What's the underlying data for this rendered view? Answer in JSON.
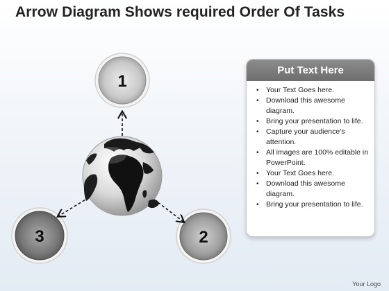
{
  "title": "Arrow Diagram Shows required Order Of Tasks",
  "diagram": {
    "nodes": [
      {
        "label": "1"
      },
      {
        "label": "2"
      },
      {
        "label": "3"
      }
    ],
    "center_icon": "globe-icon"
  },
  "panel": {
    "heading": "Put Text Here",
    "items": [
      "Your Text Goes here.",
      "Download this awesome diagram.",
      "Bring your presentation to life.",
      "Capture your audience’s attention.",
      "All images are 100% editable in PowerPoint.",
      "Your Text Goes here.",
      "Download this awesome diagram.",
      "Bring your presentation to life."
    ]
  },
  "footer": {
    "logo": "Your Logo"
  },
  "colors": {
    "node_light": "#d6d6d6",
    "node_dark": "#6d6d6d",
    "panel_header": "#7a7a7a",
    "globe_land": "#111111"
  }
}
